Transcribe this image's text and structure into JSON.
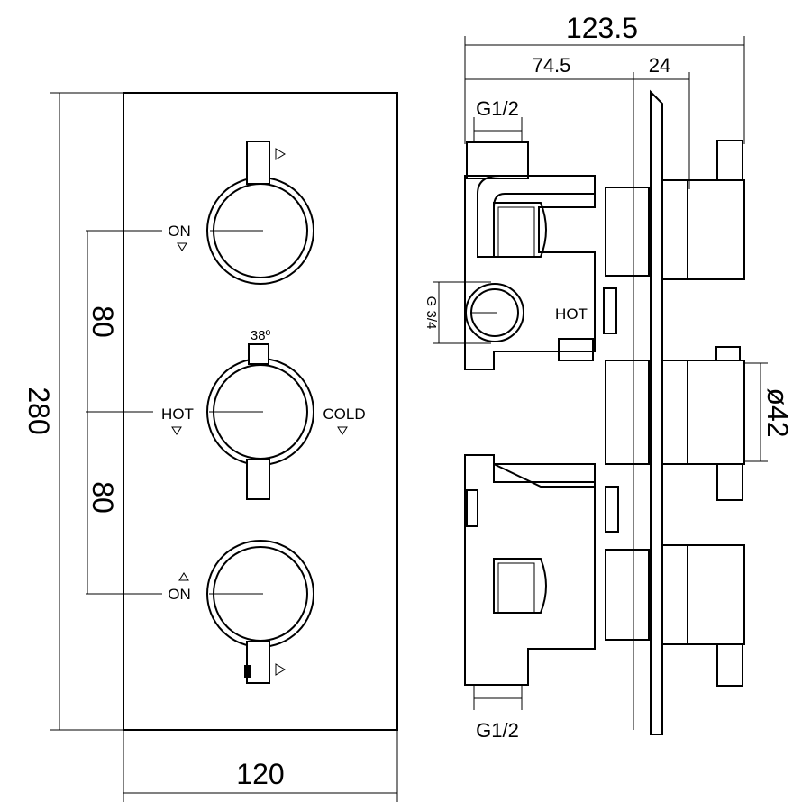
{
  "front_view": {
    "width_label": "120",
    "height_label": "280",
    "spacing_top_label": "80",
    "spacing_bottom_label": "80",
    "top_valve_label": "ON",
    "middle_valve_hot": "HOT",
    "middle_valve_cold": "COLD",
    "middle_valve_temp": "38º",
    "bottom_valve_label": "ON"
  },
  "side_view": {
    "overall_depth_label": "123.5",
    "body_depth_label": "74.5",
    "handle_depth_label": "24",
    "inlet_top_label": "G1/2",
    "inlet_bottom_label": "G1/2",
    "side_inlet_label": "G 3/4",
    "side_inlet_hot": "HOT",
    "handle_diameter_label": "ø42"
  }
}
